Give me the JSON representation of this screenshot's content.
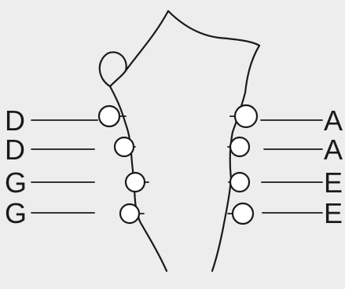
{
  "diagram": {
    "left_pegs": [
      {
        "label": "D"
      },
      {
        "label": "D"
      },
      {
        "label": "G"
      },
      {
        "label": "G"
      }
    ],
    "right_pegs": [
      {
        "label": "A"
      },
      {
        "label": "A"
      },
      {
        "label": "E"
      },
      {
        "label": "E"
      }
    ],
    "colors": {
      "background": "#ededed",
      "ink": "#1a1a1a",
      "peg_fill": "#ffffff"
    }
  }
}
